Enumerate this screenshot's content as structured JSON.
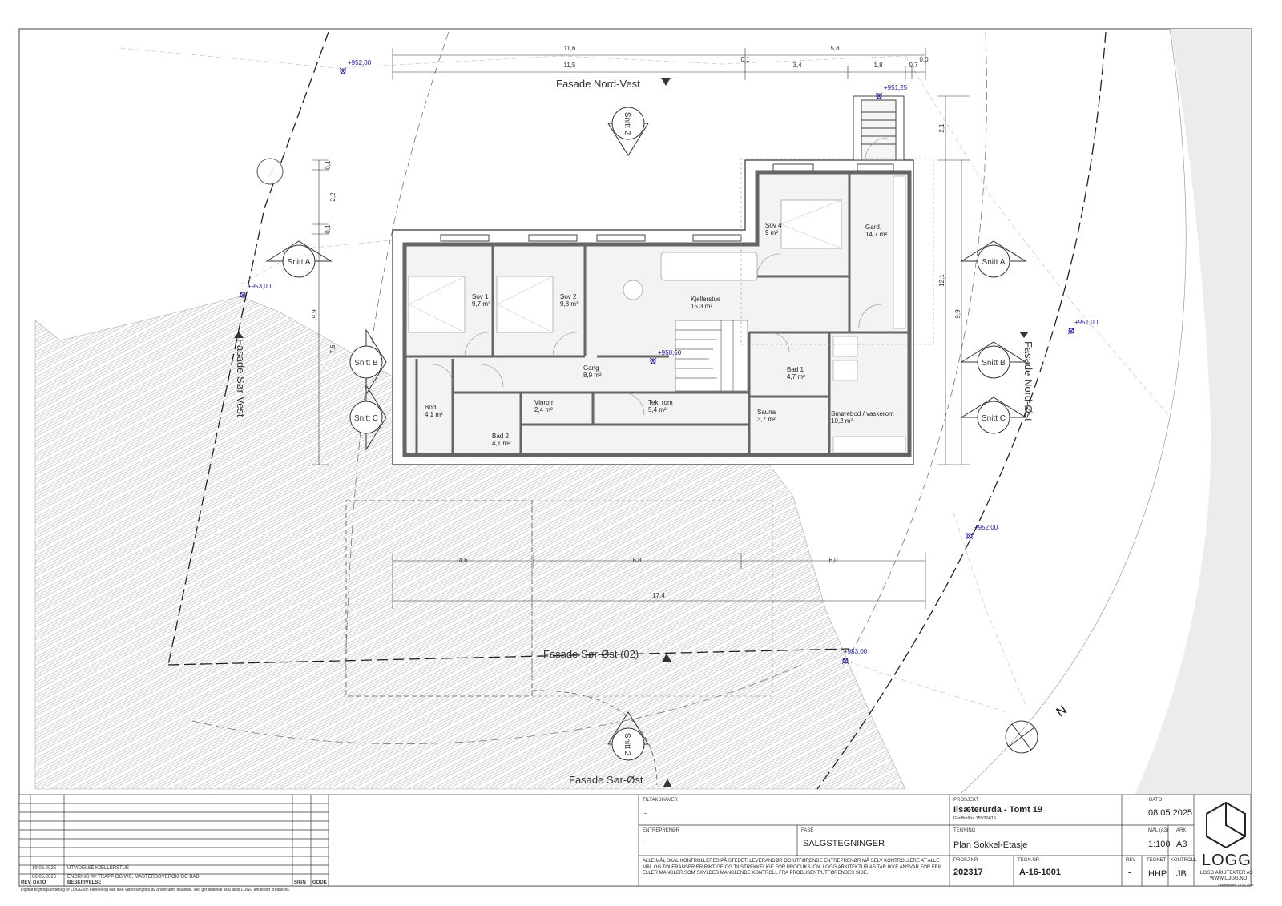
{
  "elevations": [
    "+952,00",
    "+951,25",
    "+953,00",
    "+951,00",
    "+950,60",
    "+952,00",
    "+953,00"
  ],
  "facades": {
    "north_west": "Fasade Nord-Vest",
    "south_west": "Fasade Sør-Vest",
    "north_east": "Fasade Nord-Øst",
    "south_east_02": "Fasade Sør-Øst (02)",
    "south_east": "Fasade Sør-Øst"
  },
  "sections": {
    "a": "Snitt A",
    "b": "Snitt B",
    "c": "Snitt C",
    "s2": "Snitt 2"
  },
  "north_label": "N",
  "dimensions_top": {
    "row1": [
      "11,6",
      "5,8"
    ],
    "row1_small": [
      "0,1",
      "0,0"
    ],
    "row2": [
      "11,5",
      "3,4",
      "1,8",
      "0,7"
    ]
  },
  "dimensions_left": [
    "0,1",
    "2,2",
    "0,1",
    "9,9",
    "7,6"
  ],
  "dimensions_right": [
    "2,1",
    "12,1",
    "9,9"
  ],
  "dimensions_bottom": {
    "row1": [
      "4,6",
      "6,8",
      "6,0"
    ],
    "total": "17,4"
  },
  "rooms": [
    {
      "name": "Sov 1",
      "area": "9,7 m²"
    },
    {
      "name": "Sov 2",
      "area": "9,8 m²"
    },
    {
      "name": "Sov 4",
      "area": "9 m²"
    },
    {
      "name": "Gard.",
      "area": "14,7 m²"
    },
    {
      "name": "Kjellerstue",
      "area": "15,3 m²"
    },
    {
      "name": "Gang",
      "area": "8,9 m²"
    },
    {
      "name": "Bad 1",
      "area": "4,7 m²"
    },
    {
      "name": "Bod",
      "area": "4,1 m²"
    },
    {
      "name": "Vinrom",
      "area": "2,4 m²"
    },
    {
      "name": "Tek. rom",
      "area": "5,4 m²"
    },
    {
      "name": "Sauna",
      "area": "3,7 m²"
    },
    {
      "name": "Smørebod / vaskerom",
      "area": "10,2 m²"
    },
    {
      "name": "Bad 2",
      "area": "4,1 m²"
    }
  ],
  "revisions": {
    "rows": [
      {
        "date": "19.06.2025",
        "desc": "UTVIDELSE KJELLERSTUE"
      },
      {
        "date": "06.05.2025",
        "desc": "ENDRING AV TRAPP OG WC, MASTERSOVEROM OG BAD"
      }
    ],
    "headers": [
      "REV",
      "DATO",
      "BESKRIVELSE",
      "SIGN",
      "GODK"
    ]
  },
  "disclaimer": "Digitalt tegningsunderlag er LOGG sin eiendel og kan ikke videreutnyttes av andre uten tillatelse. Ved gitt tillatelse skal alltid LOGG arkitekter krediteres.",
  "titleblock": {
    "tiltakshaver_label": "TILTAKSHAVER",
    "tiltakshaver": "-",
    "entreprenor_label": "ENTREPRENØR",
    "entreprenor": "-",
    "fase_label": "FASE",
    "fase": "SALGSTEGNINGER",
    "prosjekt_label": "PROSJEKT",
    "prosjekt": "Ilsæterurda - Tomt 19",
    "gnr": "Gnr/Bnr/Fnr 155/324/19",
    "tegning_label": "TEGNING",
    "tegning": "Plan Sokkel-Etasje",
    "dato_label": "DATO",
    "dato": "08.05.2025",
    "mal_label": "MÅL (A3)",
    "mal": "1:100",
    "ark_label": "ARK",
    "ark": "A3",
    "notice": "ALLE MÅL SKAL KONTROLLERES PÅ STEDET. LEVERANDØR OG UTFØRENDE ENTREPRENØR MÅ SELV KONTROLLERE AT ALLE MÅL OG TOLERANSER ER RIKTIGE OG TILSTREKKELIGE FOR PRODUKSJON. LOGG ARKITEKTUR AS TAR IKKE ANSVAR FOR FEIL ELLER MANGLER SOM SKYLDES MANGLENDE KONTROLL FRA PRODUSENT/UTFØRENDES SIDE.",
    "prosjnr_label": "PROSJ.NR",
    "prosjnr": "202317",
    "tegnnr_label": "TEGN.NR",
    "tegnnr": "A-16-1001",
    "rev_label": "REV",
    "rev": "-",
    "tegnet_label": "TEGNET",
    "tegnet": "HHP",
    "kontroll_label": "KONTROLL",
    "kontroll": "JB",
    "logo_text": "LOGG",
    "company": "LOGG ARKITEKTER AS",
    "web": "WWW.LOGG.NO",
    "printed": "Utskriftsdato: 19.06.2025"
  },
  "colors": {
    "line": "#333333",
    "hatch": "#c8c8c8",
    "road": "#ececec",
    "elev_marker": "#1a1a8c",
    "orange": "#e8871e"
  }
}
